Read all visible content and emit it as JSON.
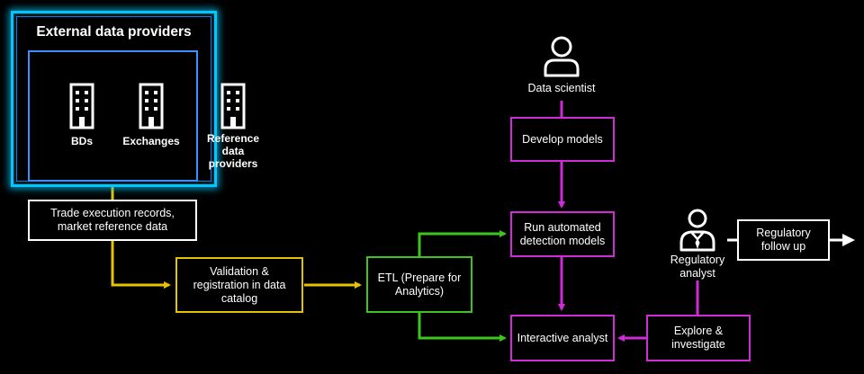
{
  "providers": {
    "title": "External data providers",
    "items": [
      {
        "label": "BDs",
        "icon": "building-icon"
      },
      {
        "label": "Exchanges",
        "icon": "building-icon"
      },
      {
        "label": "Reference data providers",
        "icon": "building-icon"
      }
    ]
  },
  "nodes": {
    "trade_records": "Trade execution records, market reference data",
    "validation": "Validation & registration in data catalog",
    "etl": "ETL (Prepare for Analytics)",
    "data_scientist": "Data scientist",
    "develop_models": "Develop models",
    "run_detection": "Run automated detection models",
    "interactive_analyst": "Interactive analyst",
    "explore": "Explore & investigate",
    "regulatory_analyst": "Regulatory analyst",
    "regulatory_follow_up": "Regulatory follow up"
  },
  "colors": {
    "provider_glow": "#00c8ff",
    "provider_inner": "#3b8fff",
    "yellow": "#e6c200",
    "green": "#3ec41e",
    "magenta": "#d02bd8",
    "white": "#ffffff"
  }
}
